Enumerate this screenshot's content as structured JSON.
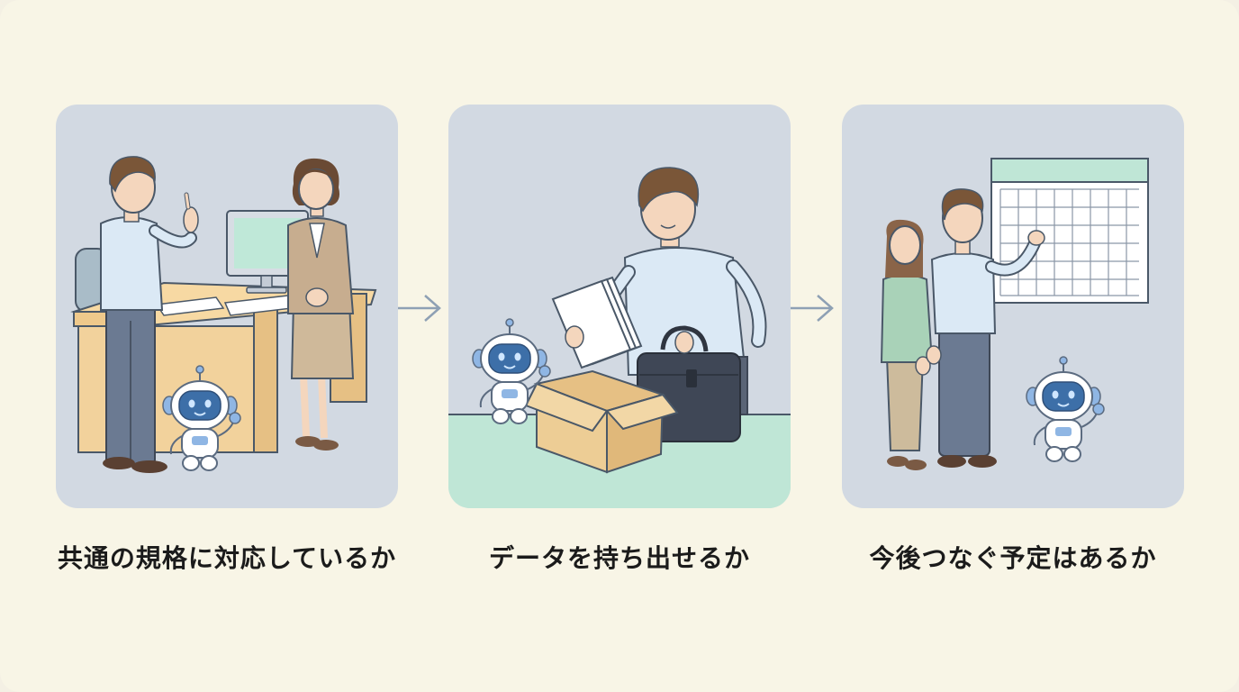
{
  "steps": [
    {
      "caption": "共通の規格に対応しているか",
      "panel_color": "#d2d9e2"
    },
    {
      "caption": "データを持ち出せるか",
      "panel_color": "#d2d9e2",
      "floor_color": "#bfe6d6"
    },
    {
      "caption": "今後つなぐ予定はあるか",
      "panel_color": "#d2d9e2",
      "calendar_header_color": "#bfe6d6"
    }
  ],
  "icons": [
    "arrow-right-icon",
    "robot-icon",
    "monitor-icon",
    "box-icon",
    "bag-icon",
    "calendar-icon"
  ],
  "colors": {
    "background": "#f8f5e6",
    "arrow": "#8ea0b4",
    "robot_face": "#3d6fa8",
    "text": "#1b1b1b"
  }
}
